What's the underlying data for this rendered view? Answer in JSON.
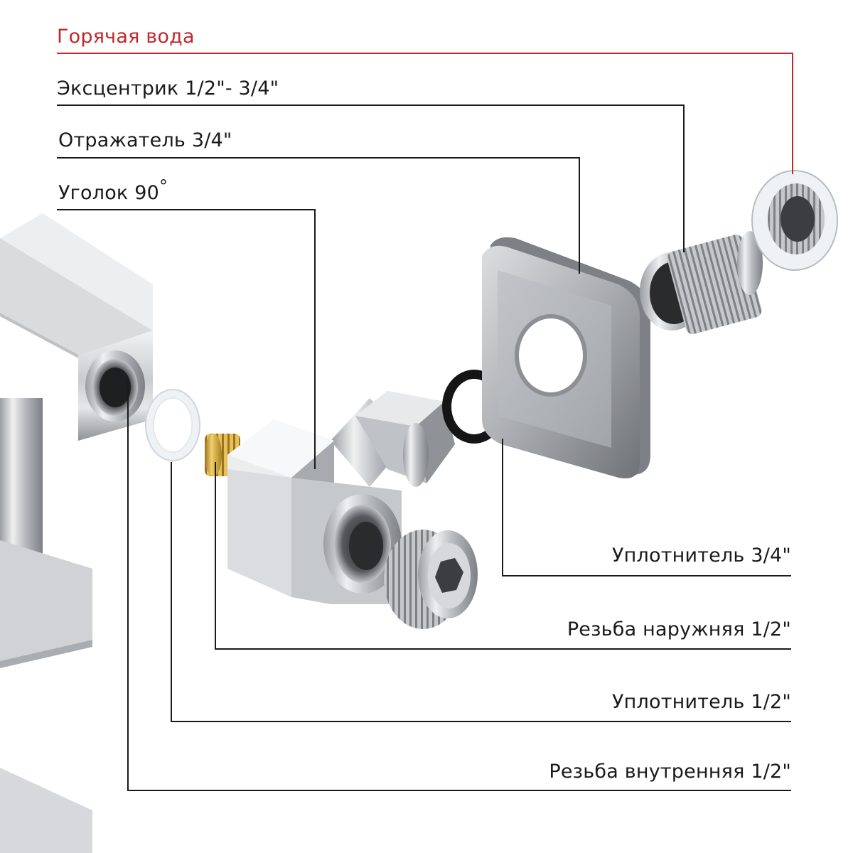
{
  "labels": {
    "hot_water": "Горячая вода",
    "eccentric": "Эксцентрик  1/2\"- 3/4\"",
    "reflector": "Отражатель 3/4\"",
    "elbow": "Уголок 90",
    "degree": "°",
    "seal_34": "Уплотнитель 3/4\"",
    "thread_ext": "Резьба  наружняя 1/2\"",
    "seal_12": "Уплотнитель 1/2\"",
    "thread_int": "Резьба внутренняя 1/2\""
  },
  "colors": {
    "hot_water_accent": "#c0282d",
    "leader_line": "#1a1a1a",
    "chrome": "#c8cacd",
    "brass": "#d4a63a",
    "rubber": "#151515"
  }
}
